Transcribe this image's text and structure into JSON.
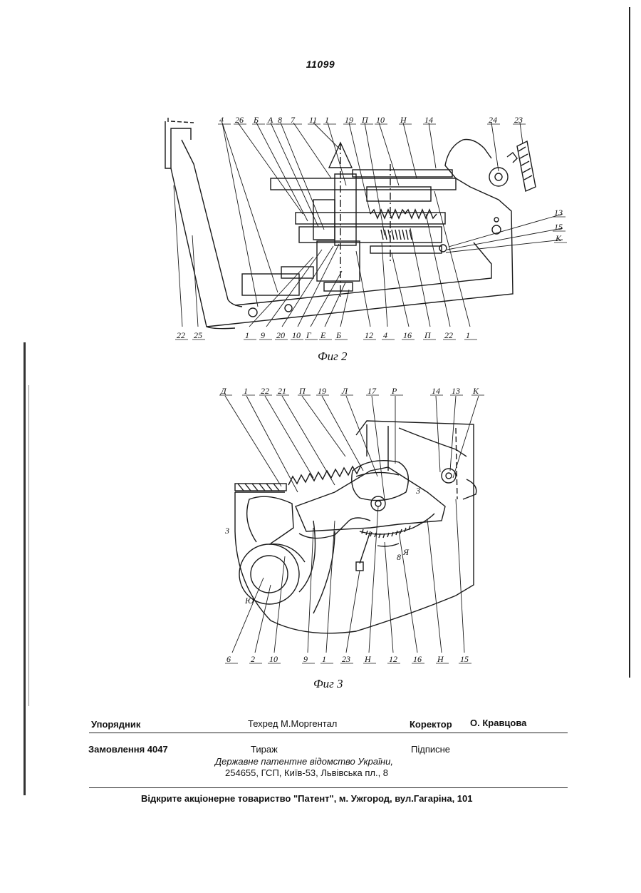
{
  "patent_number": "11099",
  "fig2": {
    "caption": "Фиг 2",
    "top_labels": [
      "4",
      "26",
      "Б",
      "А",
      "8",
      "7",
      "11",
      "1",
      "19",
      "П",
      "10",
      "Н",
      "14",
      "24",
      "23"
    ],
    "right_labels": [
      "13",
      "15",
      "К"
    ],
    "bottom_labels": [
      "22",
      "25",
      "1",
      "9",
      "20",
      "10",
      "Г",
      "Е",
      "Б",
      "12",
      "4",
      "16",
      "П",
      "22",
      "1"
    ]
  },
  "fig3": {
    "caption": "Фиг 3",
    "top_labels": [
      "Д",
      "1",
      "22",
      "21",
      "П",
      "19",
      "Л",
      "17",
      "Р",
      "14",
      "13",
      "К"
    ],
    "bottom_labels": [
      "6",
      "2",
      "10",
      "9",
      "1",
      "23",
      "Н",
      "12",
      "16",
      "Н",
      "15"
    ],
    "inner_labels": [
      "3",
      "Ю",
      "Я",
      "3",
      "8"
    ]
  },
  "colophon": {
    "compiler_label": "Упорядник",
    "techred": "Техред М.Моргентал",
    "corrector_label": "Коректор",
    "corrector_name": "О. Кравцова",
    "order": "Замовлення 4047",
    "circulation": "Тираж",
    "subscription": "Підписне",
    "office": "Державне патентне відомство України,",
    "address": "254655, ГСП, Київ-53, Львівська пл., 8",
    "printer": "Відкрите акціонерне товариство \"Патент\", м. Ужгород, вул.Гагаріна, 101"
  }
}
